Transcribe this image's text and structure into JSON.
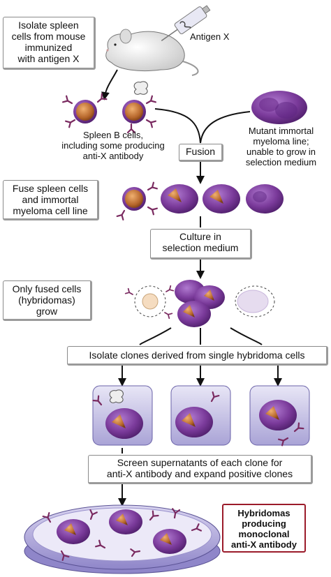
{
  "left_labels": {
    "isolate": [
      "Isolate spleen",
      "cells from mouse",
      "immunized",
      "with antigen X"
    ],
    "fuse": [
      "Fuse spleen cells",
      "and immortal",
      "myeloma cell line"
    ],
    "only_fused": [
      "Only fused cells",
      "(hybridomas)",
      "grow"
    ]
  },
  "antigen_label": "Antigen X",
  "spleen_cells_label": [
    "Spleen B cells,",
    "including some producing",
    "anti-X antibody"
  ],
  "myeloma_label": [
    "Mutant immortal",
    "myeloma line;",
    "unable to grow in",
    "selection medium"
  ],
  "steps": {
    "fusion": "Fusion",
    "culture": [
      "Culture in",
      "selection medium"
    ],
    "isolate_clones": "Isolate clones derived from single hybridoma cells",
    "screen": [
      "Screen supernatants of each clone for",
      "anti-X antibody and expand positive clones"
    ]
  },
  "result": [
    "Hybridomas",
    "producing",
    "monoclonal",
    "anti-X antibody"
  ],
  "colors": {
    "myeloma": "#7a3a9a",
    "bcell_nucleus": "#b5652a",
    "antibody": "#7a2a60",
    "result_border": "#9b1b2a"
  }
}
